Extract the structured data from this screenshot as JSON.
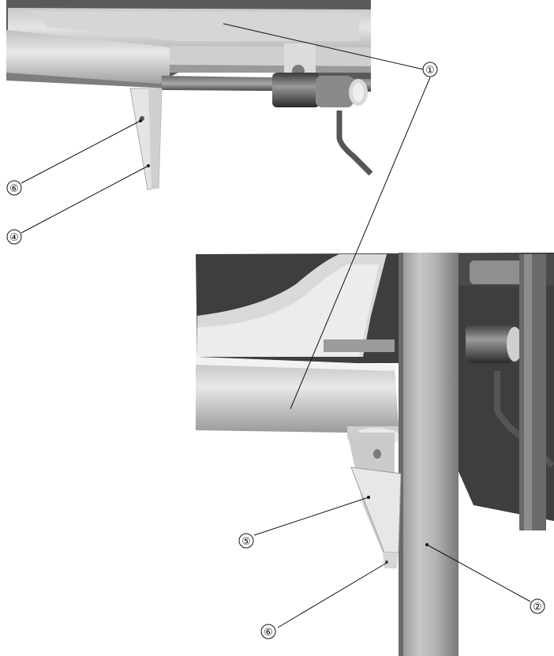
{
  "figure": {
    "callouts": [
      "①",
      "②",
      "④",
      "⑤",
      "⑥",
      "⑥"
    ],
    "description_icons": [
      "bed-frame-photo-top",
      "bed-frame-photo-bottom"
    ]
  }
}
